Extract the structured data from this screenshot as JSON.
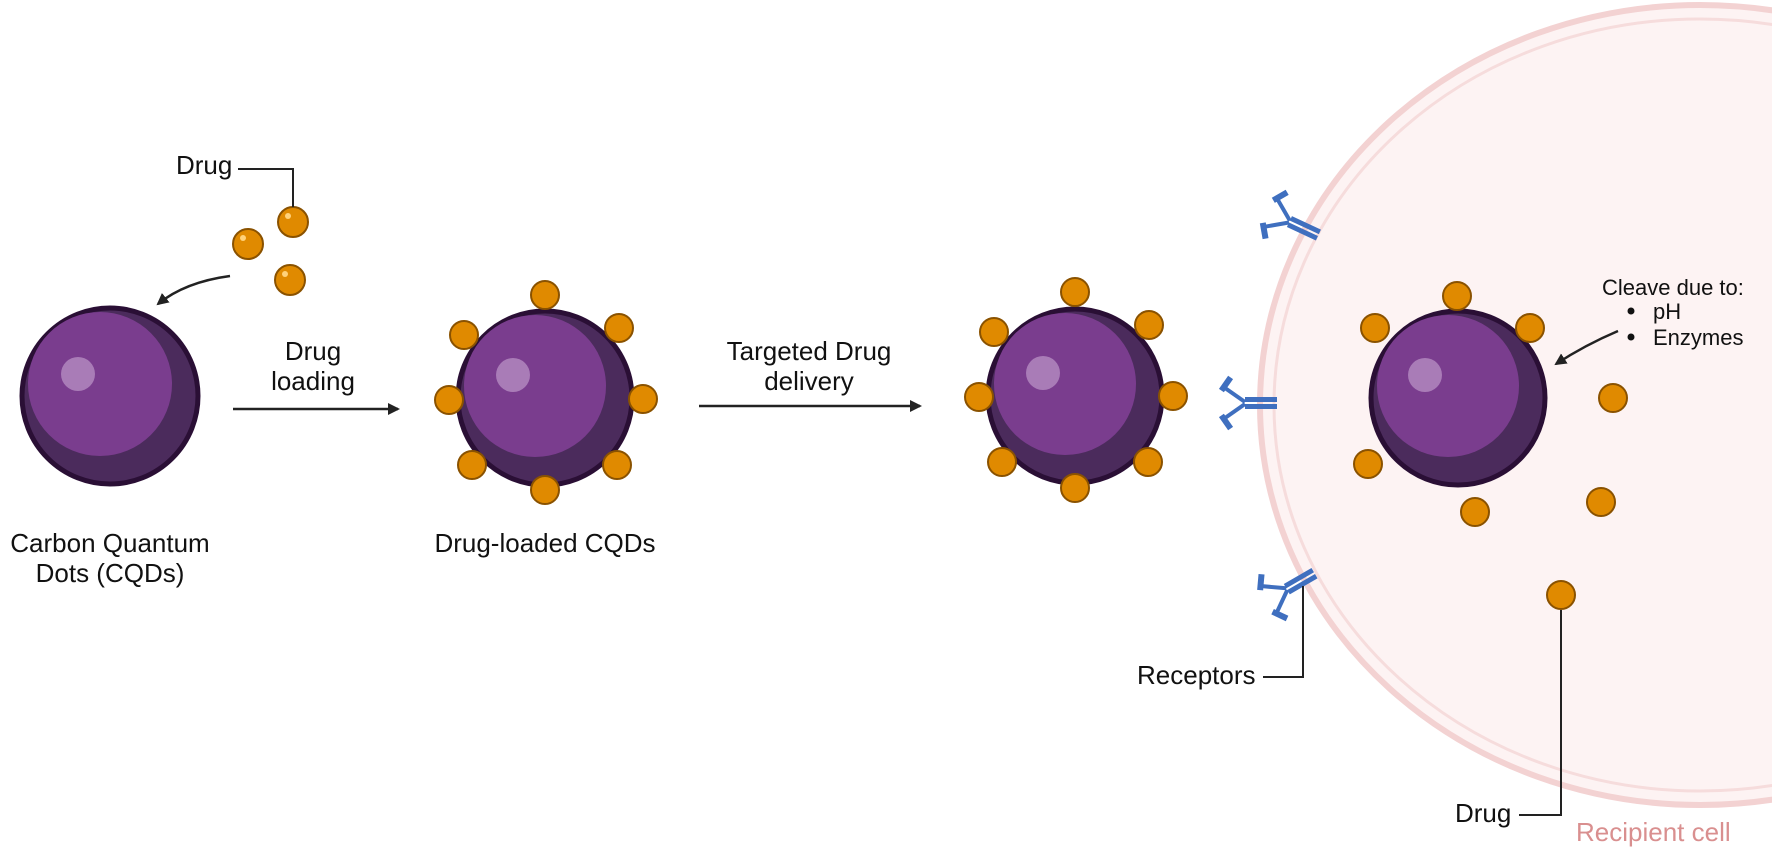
{
  "labels": {
    "drug_top": "Drug",
    "arrow1_line1": "Drug",
    "arrow1_line2": "loading",
    "arrow2_line1": "Targeted Drug",
    "arrow2_line2": "delivery",
    "cqd_line1": "Carbon Quantum",
    "cqd_line2": "Dots (CQDs)",
    "loaded_cqd": "Drug-loaded CQDs",
    "cleave_title": "Cleave due to:",
    "cleave_items": [
      "pH",
      "Enzymes"
    ],
    "receptors": "Receptors",
    "drug_bottom": "Drug",
    "recipient_cell": "Recipient cell"
  },
  "colors": {
    "cqd_fill": "#7a3d8e",
    "cqd_shadow": "#4b2b5c",
    "cqd_outline": "#2a0f35",
    "drug_fill": "#e08a00",
    "drug_outline": "#8a5200",
    "receptor": "#3f6fbf",
    "cell_membrane": "#f6d8d8",
    "cell_fill": "#fdf3f3",
    "arrow": "#222222"
  },
  "icons": [
    "cqd-particle-icon",
    "drug-molecule-icon",
    "antibody-receptor-icon"
  ]
}
